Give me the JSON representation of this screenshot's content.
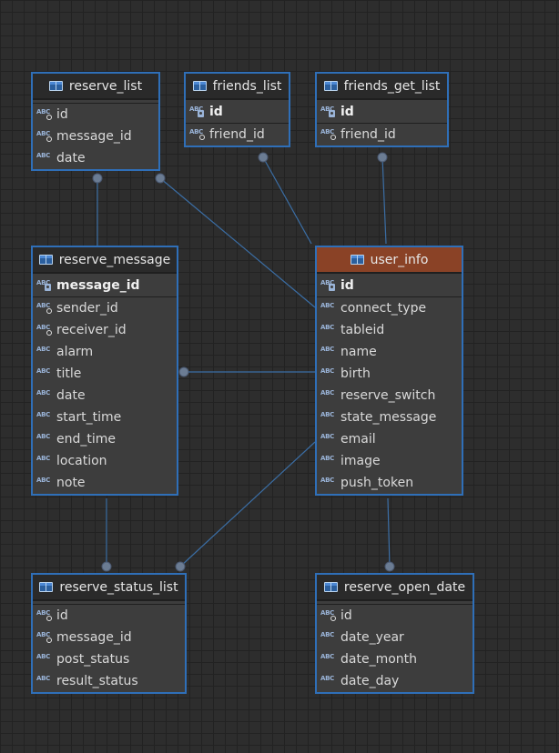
{
  "entities": [
    {
      "id": "reserve_list",
      "title": "reserve_list",
      "main": false,
      "pk": null,
      "columns": [
        {
          "name": "id",
          "fk": true
        },
        {
          "name": "message_id",
          "fk": true
        },
        {
          "name": "date",
          "fk": false
        }
      ]
    },
    {
      "id": "friends_list",
      "title": "friends_list",
      "main": false,
      "pk": "id",
      "columns": [
        {
          "name": "friend_id",
          "fk": true
        }
      ]
    },
    {
      "id": "friends_get_list",
      "title": "friends_get_list",
      "main": false,
      "pk": "id",
      "columns": [
        {
          "name": "friend_id",
          "fk": true
        }
      ]
    },
    {
      "id": "reserve_message",
      "title": "reserve_message",
      "main": false,
      "pk": "message_id",
      "columns": [
        {
          "name": "sender_id",
          "fk": true
        },
        {
          "name": "receiver_id",
          "fk": true
        },
        {
          "name": "alarm",
          "fk": false
        },
        {
          "name": "title",
          "fk": false
        },
        {
          "name": "date",
          "fk": false
        },
        {
          "name": "start_time",
          "fk": false
        },
        {
          "name": "end_time",
          "fk": false
        },
        {
          "name": "location",
          "fk": false
        },
        {
          "name": "note",
          "fk": false
        }
      ]
    },
    {
      "id": "user_info",
      "title": "user_info",
      "main": true,
      "pk": "id",
      "columns": [
        {
          "name": "connect_type",
          "fk": false
        },
        {
          "name": "tableid",
          "fk": false
        },
        {
          "name": "name",
          "fk": false
        },
        {
          "name": "birth",
          "fk": false
        },
        {
          "name": "reserve_switch",
          "fk": false
        },
        {
          "name": "state_message",
          "fk": false
        },
        {
          "name": "email",
          "fk": false
        },
        {
          "name": "image",
          "fk": false
        },
        {
          "name": "push_token",
          "fk": false
        }
      ]
    },
    {
      "id": "reserve_status_list",
      "title": "reserve_status_list",
      "main": false,
      "pk": null,
      "columns": [
        {
          "name": "id",
          "fk": true
        },
        {
          "name": "message_id",
          "fk": true
        },
        {
          "name": "post_status",
          "fk": false
        },
        {
          "name": "result_status",
          "fk": false
        }
      ]
    },
    {
      "id": "reserve_open_date",
      "title": "reserve_open_date",
      "main": false,
      "pk": null,
      "columns": [
        {
          "name": "id",
          "fk": true
        },
        {
          "name": "date_year",
          "fk": false
        },
        {
          "name": "date_month",
          "fk": false
        },
        {
          "name": "date_day",
          "fk": false
        }
      ]
    }
  ],
  "relations": [
    {
      "from": "reserve_list",
      "to": "reserve_message"
    },
    {
      "from": "reserve_list",
      "to": "user_info"
    },
    {
      "from": "friends_list",
      "to": "user_info"
    },
    {
      "from": "friends_get_list",
      "to": "user_info"
    },
    {
      "from": "reserve_message",
      "to": "user_info"
    },
    {
      "from": "reserve_status_list",
      "to": "reserve_message"
    },
    {
      "from": "reserve_status_list",
      "to": "user_info"
    },
    {
      "from": "reserve_open_date",
      "to": "user_info"
    }
  ],
  "icon_names": {
    "table": "table-icon",
    "column": "abc-column-icon",
    "primary_key": "key-icon",
    "foreign_key": "fk-icon"
  },
  "colors": {
    "border": "#2f6fb8",
    "main_header": "#8a4226",
    "link": "#3b6ea5"
  }
}
